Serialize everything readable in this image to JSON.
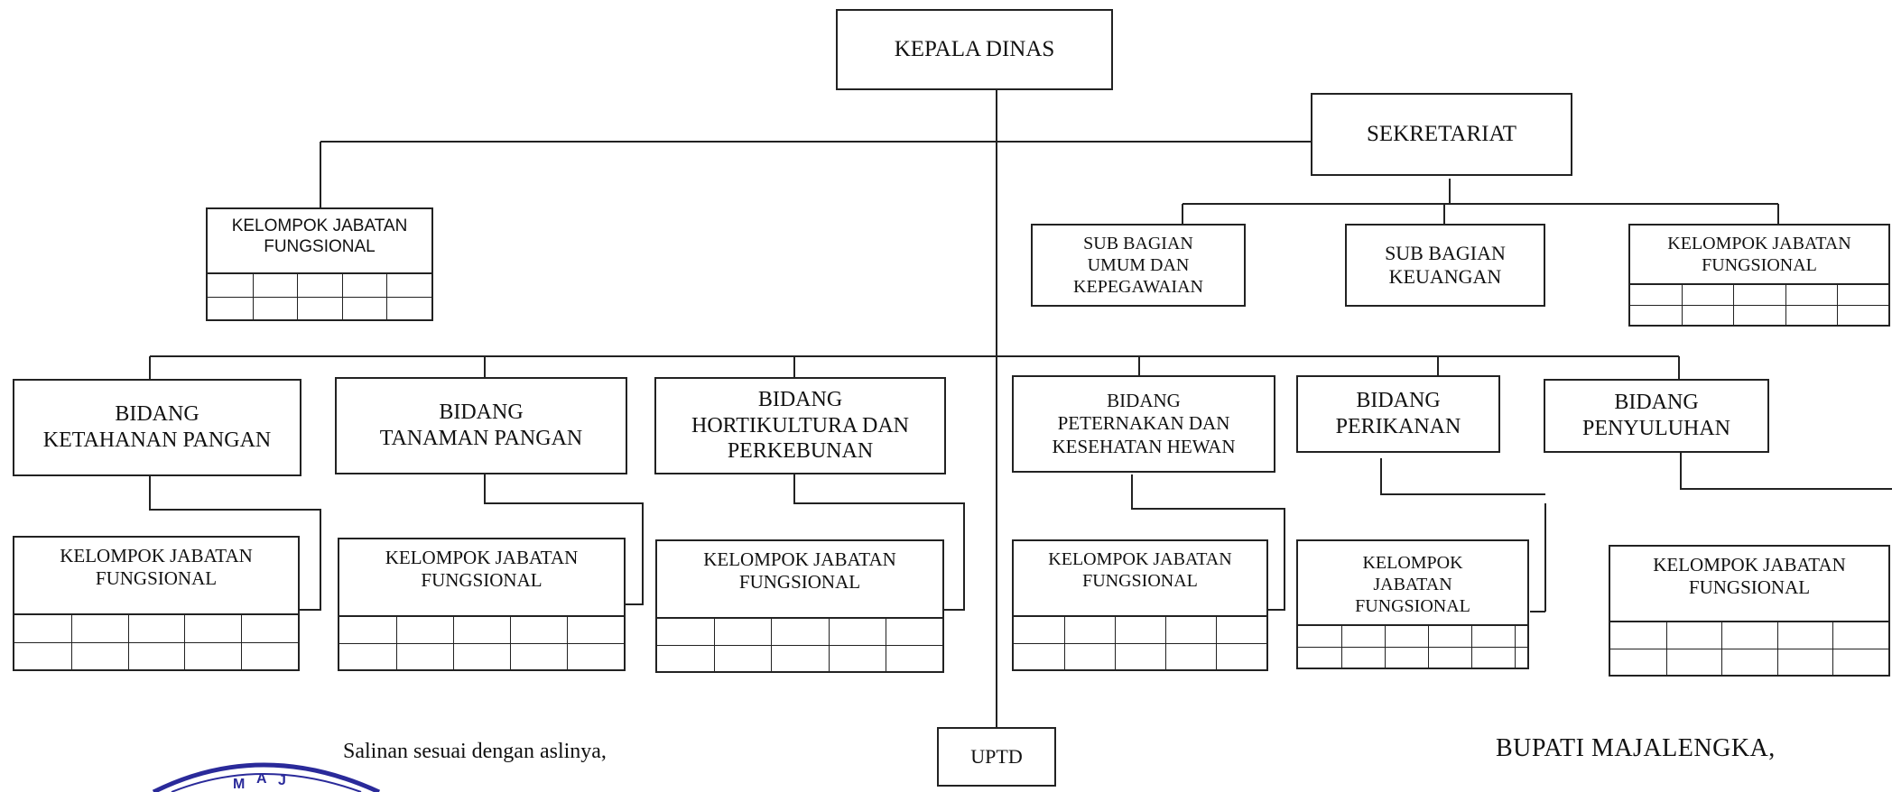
{
  "head": "KEPALA DINAS",
  "secretariat": "SEKRETARIAT",
  "jf_top_left": "KELOMPOK JABATAN\nFUNGSIONAL",
  "sub_units": [
    "SUB BAGIAN\nUMUM DAN\nKEPEGAWAIAN",
    "SUB BAGIAN\nKEUANGAN",
    "KELOMPOK JABATAN\nFUNGSIONAL"
  ],
  "bidang": [
    "BIDANG\nKETAHANAN PANGAN",
    "BIDANG\nTANAMAN PANGAN",
    "BIDANG\nHORTIKULTURA DAN\nPERKEBUNAN",
    "BIDANG\nPETERNAKAN DAN\nKESEHATAN HEWAN",
    "BIDANG\nPERIKANAN",
    "BIDANG\nPENYULUHAN"
  ],
  "jf_bidang": [
    "KELOMPOK JABATAN\nFUNGSIONAL",
    "KELOMPOK JABATAN\nFUNGSIONAL",
    "KELOMPOK JABATAN\nFUNGSIONAL",
    "KELOMPOK JABATAN\nFUNGSIONAL",
    "KELOMPOK\nJABATAN\nFUNGSIONAL",
    "KELOMPOK JABATAN\nFUNGSIONAL"
  ],
  "uptd": "UPTD",
  "footer": {
    "copy_note": "Salinan sesuai dengan aslinya,",
    "signatory": "BUPATI MAJALENGKA,"
  },
  "stamp_color": "#2a2a9a"
}
